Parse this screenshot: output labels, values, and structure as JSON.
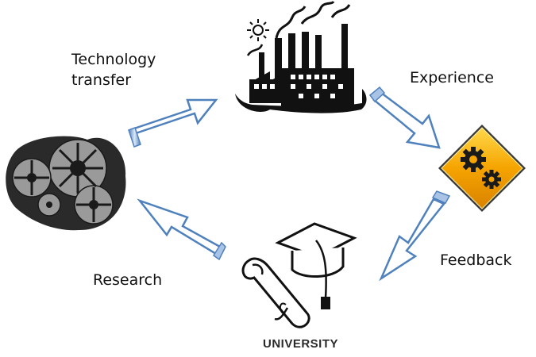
{
  "diagram": {
    "labels": {
      "technology_transfer": [
        "Technology",
        "transfer"
      ],
      "experience": "Experience",
      "feedback": "Feedback",
      "research": "Research",
      "university": "UNIVERSITY"
    },
    "icons": {
      "top": "factory-icon",
      "right": "warning-gears-icon",
      "bottom": "graduation-cap-diploma-icon",
      "left": "gears-icon"
    },
    "arrows": [
      {
        "from": "gears-icon",
        "to": "factory-icon"
      },
      {
        "from": "factory-icon",
        "to": "warning-gears-icon"
      },
      {
        "from": "warning-gears-icon",
        "to": "graduation-cap-diploma-icon"
      },
      {
        "from": "graduation-cap-diploma-icon",
        "to": "gears-icon"
      }
    ],
    "colors": {
      "arrow_outline": "#4f81bd",
      "arrow_tail": "#a8c3e6",
      "warning_fill": "#f5a400",
      "icon_dark": "#111111"
    }
  }
}
